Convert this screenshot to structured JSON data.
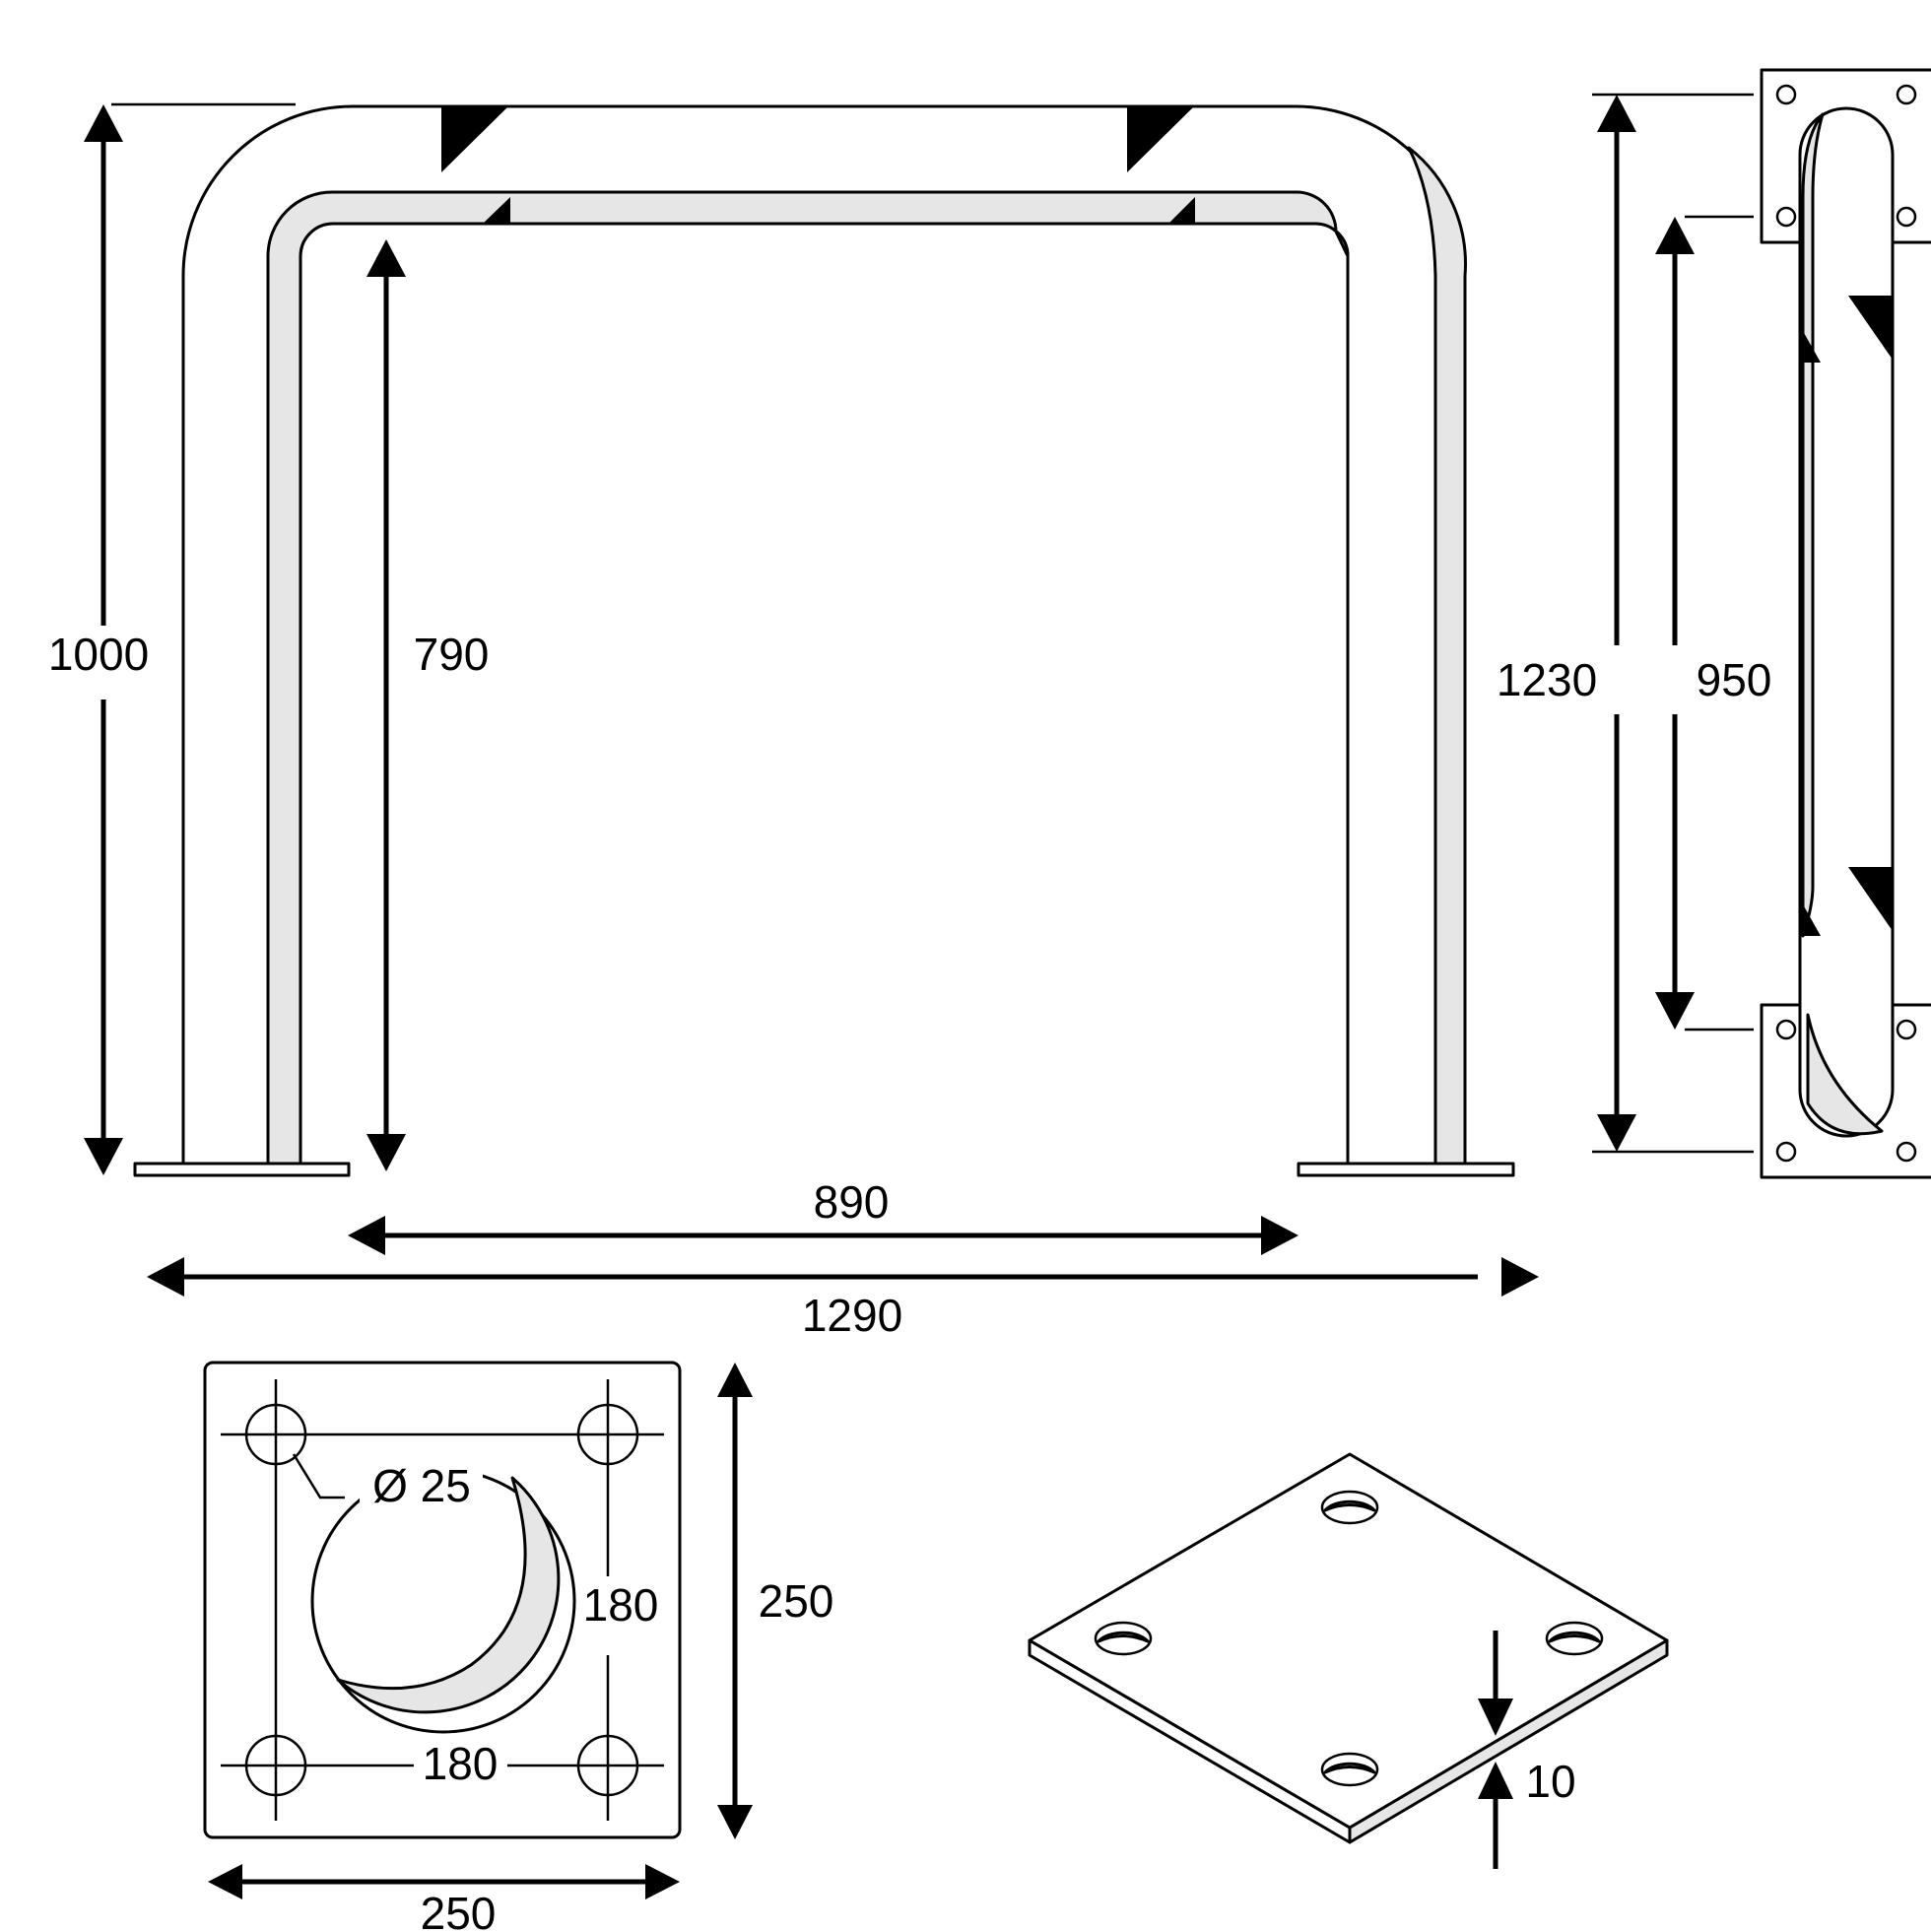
{
  "front_view": {
    "height_total": "1000",
    "height_inner": "790",
    "width_inner": "890",
    "width_total": "1290"
  },
  "side_view": {
    "height_total": "1230",
    "height_inner": "950"
  },
  "base_plate": {
    "hole_diameter": "Ø 25",
    "hole_spacing_vertical": "180",
    "hole_spacing_horizontal": "180",
    "plate_height": "250",
    "plate_width": "250"
  },
  "plate_iso": {
    "thickness": "10"
  },
  "colors": {
    "line": "#000000",
    "tube_shade": "#e6e6e6",
    "background": "#ffffff"
  }
}
